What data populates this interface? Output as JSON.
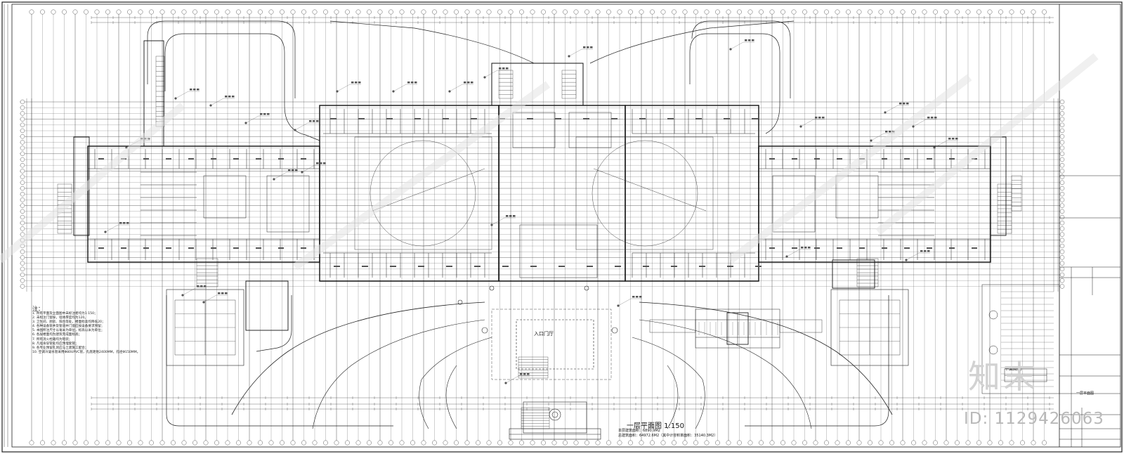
{
  "drawing": {
    "title": "一层平面图 1:150",
    "area_line_1": "本层建筑面积：6890.9M2",
    "area_line_2": "总建筑面积：64972.6M2（其中计容积率面积：35140.3M2）",
    "entrance_label": "入口门厅"
  },
  "notes": {
    "heading": "注：",
    "lines": [
      "1. 所有平面及立面图中未标注者均为1:150；",
      "2. 未标注门窗垛，墙体厚度均为120。",
      "3. 卫生间、厨房、阳台等处，楼面标高均降低20；",
      "4. 各种设备管井及管道井门窗应按设备要求预留；",
      "5. 本图所注尺寸以毫米为单位，标高以米为单位；",
      "6. 各层楼面均为建筑完成面标高；",
      "7. 所有消火栓箱均为暗装；",
      "8. 凡墙身穿管处均应预埋套管；",
      "9. 各专业预留孔洞应与土建施工配合；",
      "10. 空调冷凝水管采用Φ80UPVC管，孔底距地2400MM，孔径Φ150MM。"
    ]
  },
  "watermark": {
    "id_text": "ID: 1129426063",
    "logo_text": "知末"
  },
  "legend": {
    "title": "平面图例"
  },
  "title_block": {
    "drawing_name": "一层平面图"
  }
}
